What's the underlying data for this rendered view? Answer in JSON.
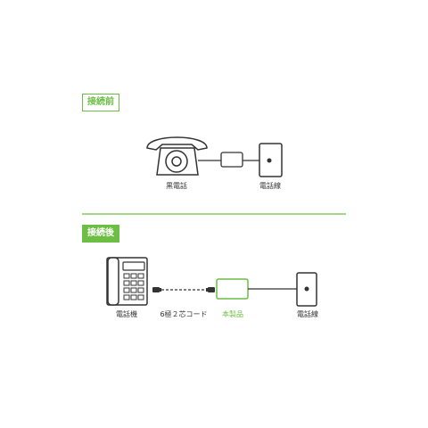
{
  "before": {
    "badge": "接続前",
    "phone_label": "黒電話",
    "line_label": "電話線"
  },
  "after": {
    "badge": "接続後",
    "phone_label": "電話機",
    "cord_label": "6極２芯コード",
    "product_label": "本製品",
    "line_label": "電話線"
  },
  "colors": {
    "accent": "#6cbe45",
    "line": "#333333"
  }
}
